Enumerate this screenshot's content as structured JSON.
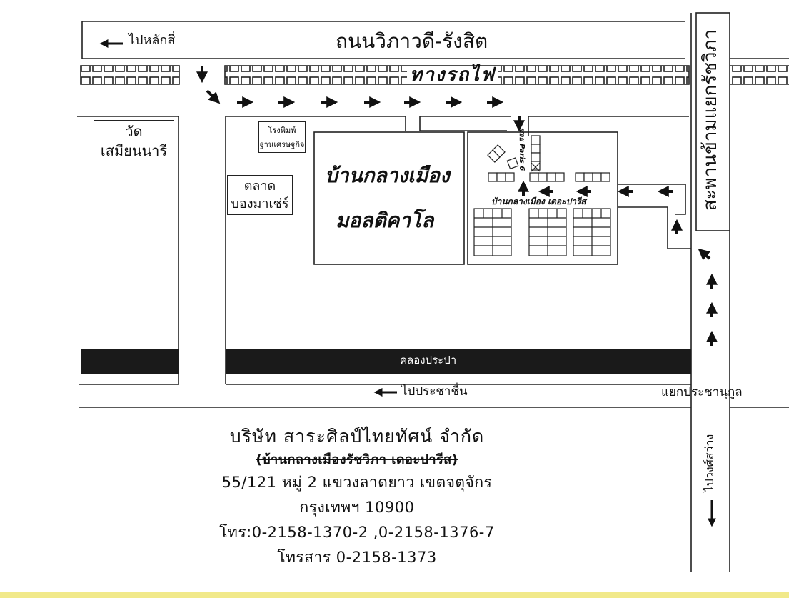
{
  "map": {
    "road_top": "ถนนวิภาวดี-รังสิต",
    "to_lak_si": "ไปหลักสี่",
    "railway": "ทางรถไฟ",
    "bridge": "สะพานข้ามแยกรัชวิภา",
    "temple": [
      "วัด",
      "เสมียนนารี"
    ],
    "printing_house": [
      "โรงพิมพ์",
      "ฐานเศรษฐกิจ"
    ],
    "market": [
      "ตลาด",
      "บองมาเช่ร์"
    ],
    "mall": [
      "บ้านกลางเมือง",
      "มอลติคาโล"
    ],
    "soi": "ซอย Paris 6",
    "village": "บ้านกลางเมือง เดอะปารีส",
    "canal": "คลองประปา",
    "to_pracha_chuen": "ไปประชาชื่น",
    "intersection": "แยกประชานุกูล",
    "to_wong_sawang": "ไปวงศ์สว่าง"
  },
  "address": {
    "company": "บริษัท สาระศิลป์ไทยทัศน์ จำกัด",
    "old_name": "(บ้านกลางเมืองรัชวิภา เดอะปารีส)",
    "line1": "55/121 หมู่ 2 แขวงลาดยาว เขตจตุจักร",
    "line2": "กรุงเทพฯ 10900",
    "phone": "โทร:0-2158-1370-2 ,0-2158-1376-7",
    "fax": "โทรสาร 0-2158-1373"
  },
  "colors": {
    "ink": "#111111",
    "canal": "#1a1a1a",
    "highlight": "#f1e98a"
  }
}
